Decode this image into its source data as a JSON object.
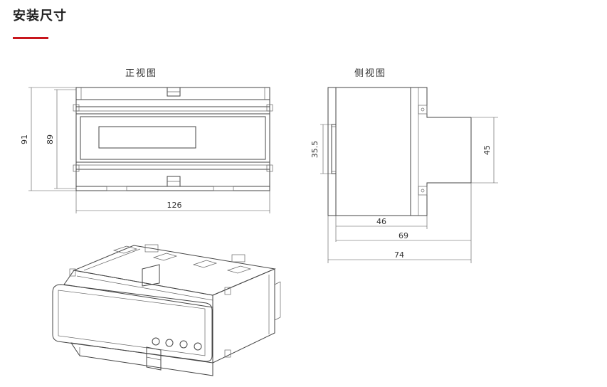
{
  "page": {
    "title": "安装尺寸",
    "accent_color": "#c8161d"
  },
  "front_view": {
    "label": "正视图",
    "dim_height_outer": "91",
    "dim_height_inner": "89",
    "dim_width": "126"
  },
  "side_view": {
    "label": "侧视图",
    "dim_rail": "35.5",
    "dim_right_height": "45",
    "dim_depth_1": "46",
    "dim_depth_2": "69",
    "dim_depth_3": "74"
  }
}
